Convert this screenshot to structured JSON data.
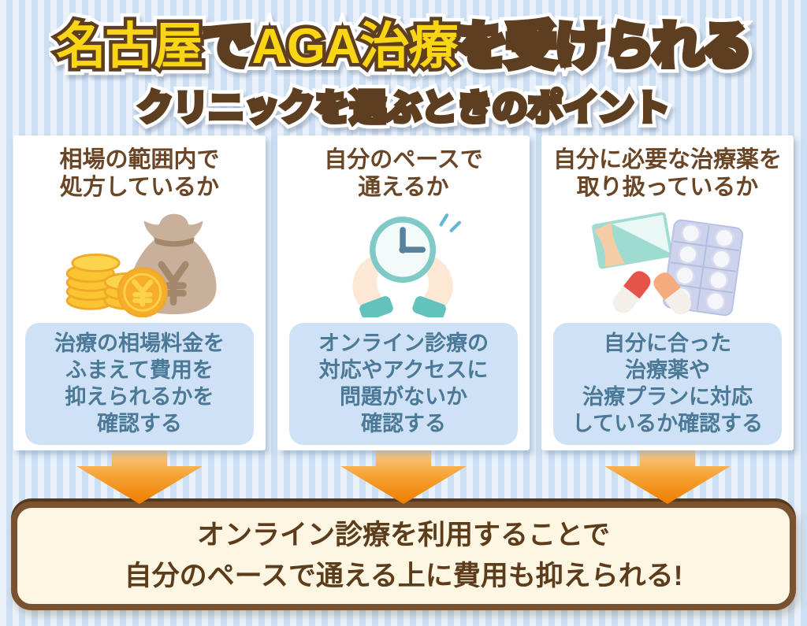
{
  "title": {
    "line1_segments": [
      {
        "text": "名古屋",
        "style": "yellow"
      },
      {
        "text": "で",
        "style": "brown"
      },
      {
        "text": "AGA治療",
        "style": "yellow"
      },
      {
        "text": "を受けられる",
        "style": "brown"
      }
    ],
    "line2": "クリニックを選ぶときのポイント"
  },
  "colors": {
    "title_yellow": "#f9d513",
    "title_brown": "#5d3e20",
    "stripe_light": "#e9f1fa",
    "stripe_dark": "#cddff2",
    "card_bg": "#ffffff",
    "heading_brown": "#6b4626",
    "note_bg": "#cfe2f5",
    "note_text": "#4b7997",
    "arrow_orange": "#ef7d00",
    "conclusion_bg": "#fcf6e3",
    "conclusion_border": "#7a5230",
    "conclusion_text": "#5d3c1c"
  },
  "cards": [
    {
      "heading_lines": [
        "相場の範囲内で",
        "処方しているか"
      ],
      "icon": "money-bag-coins-icon",
      "note_lines": [
        "治療の相場料金を",
        "ふまえて費用を",
        "抑えられるかを",
        "確認する"
      ]
    },
    {
      "heading_lines": [
        "自分のペースで",
        "通えるか"
      ],
      "icon": "hands-holding-clock-icon",
      "note_lines": [
        "オンライン診療の",
        "対応やアクセスに",
        "問題がないか",
        "確認する"
      ]
    },
    {
      "heading_lines": [
        "自分に必要な治療薬を",
        "取り扱っているか"
      ],
      "icon": "medicine-pills-icon",
      "note_lines": [
        "自分に合った",
        "治療薬や",
        "治療プランに対応",
        "しているか確認する"
      ]
    }
  ],
  "conclusion": {
    "lines": [
      "オンライン診療を利用することで",
      "自分のペースで通える上に費用も抑えられる!"
    ]
  }
}
